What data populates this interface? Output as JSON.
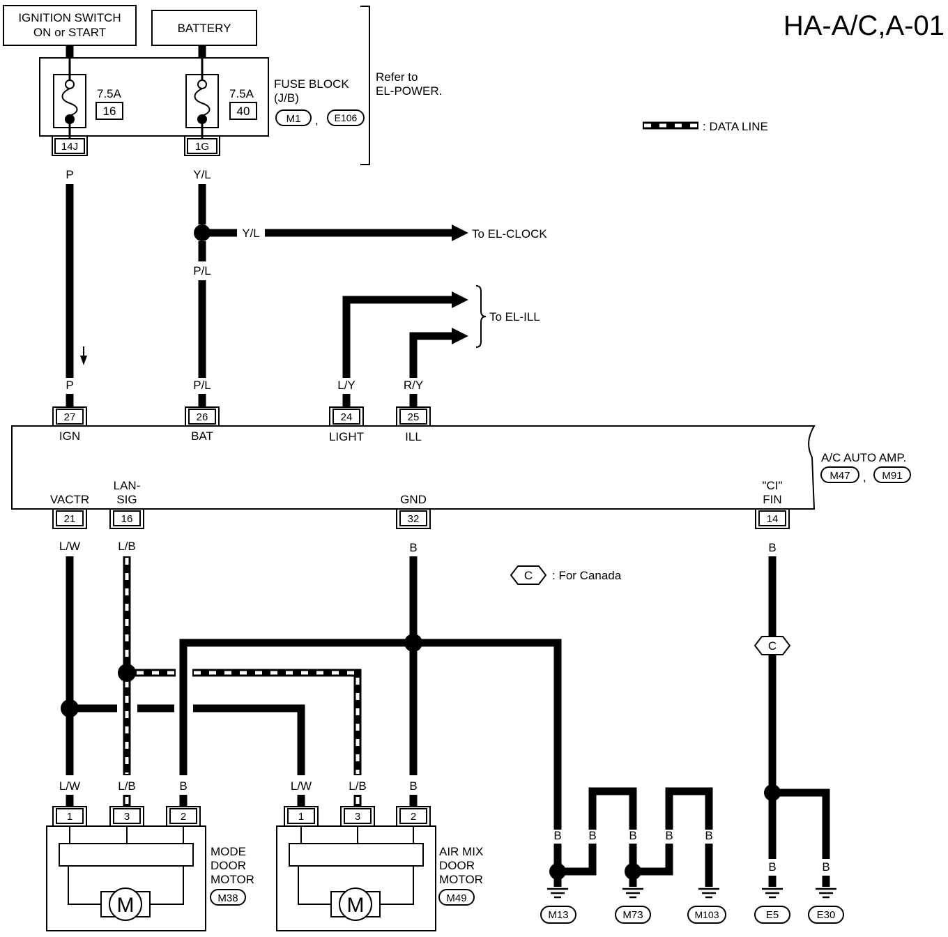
{
  "title": "HA-A/C,A-01",
  "ignition_switch": {
    "line1": "IGNITION SWITCH",
    "line2": "ON or START"
  },
  "battery": {
    "label": "BATTERY"
  },
  "fuse_block": {
    "line1": "FUSE BLOCK",
    "line2": "(J/B)",
    "connector_a": "M1",
    "separator": ",",
    "connector_b": "E106",
    "fuses": [
      {
        "rating": "7.5A",
        "number": "16",
        "terminal": "14J"
      },
      {
        "rating": "7.5A",
        "number": "40",
        "terminal": "1G"
      }
    ]
  },
  "refer": {
    "line1": "Refer to",
    "line2": "EL-POWER."
  },
  "legend": {
    "data_line": ": DATA LINE",
    "canada_symbol": "C",
    "canada_text": ": For Canada"
  },
  "power_wires": {
    "ign_fuse_out": "P",
    "bat_fuse_out": "Y/L",
    "clock_branch": "Y/L",
    "bat_after_splice": "P/L",
    "ign_at_amp": "P",
    "bat_at_amp": "P/L",
    "light_at_amp": "L/Y",
    "ill_at_amp": "R/Y"
  },
  "destinations": {
    "clock": "To EL-CLOCK",
    "ill": "To EL-ILL"
  },
  "amp": {
    "name": "A/C AUTO AMP.",
    "connector_a": "M47",
    "separator": ",",
    "connector_b": "M91",
    "top_terminals": [
      {
        "number": "27",
        "label": "IGN"
      },
      {
        "number": "26",
        "label": "BAT"
      },
      {
        "number": "24",
        "label": "LIGHT"
      },
      {
        "number": "25",
        "label": "ILL"
      }
    ],
    "bottom_terminals": [
      {
        "number": "21",
        "line1": "VACTR"
      },
      {
        "number": "16",
        "line1": "LAN-",
        "line2": "SIG"
      },
      {
        "number": "32",
        "line1": "GND"
      },
      {
        "number": "14",
        "line1": "\"CI\"",
        "line2": "FIN"
      }
    ]
  },
  "amp_out_wires": [
    "L/W",
    "L/B",
    "B",
    "B"
  ],
  "fin_canada_marker": "C",
  "motors": [
    {
      "name_lines": [
        "MODE",
        "DOOR",
        "MOTOR"
      ],
      "connector": "M38",
      "symbol": "M",
      "pins": [
        {
          "wire": "L/W",
          "pin": "1"
        },
        {
          "wire": "L/B",
          "pin": "3"
        },
        {
          "wire": "B",
          "pin": "2"
        }
      ]
    },
    {
      "name_lines": [
        "AIR MIX",
        "DOOR",
        "MOTOR"
      ],
      "connector": "M49",
      "symbol": "M",
      "pins": [
        {
          "wire": "L/W",
          "pin": "1"
        },
        {
          "wire": "L/B",
          "pin": "3"
        },
        {
          "wire": "B",
          "pin": "2"
        }
      ]
    }
  ],
  "grounds": {
    "m_wire_labels": [
      "B",
      "B",
      "B",
      "B",
      "B"
    ],
    "e_wire_labels": [
      "B",
      "B"
    ],
    "connectors": [
      "M13",
      "M73",
      "M103",
      "E5",
      "E30"
    ]
  }
}
